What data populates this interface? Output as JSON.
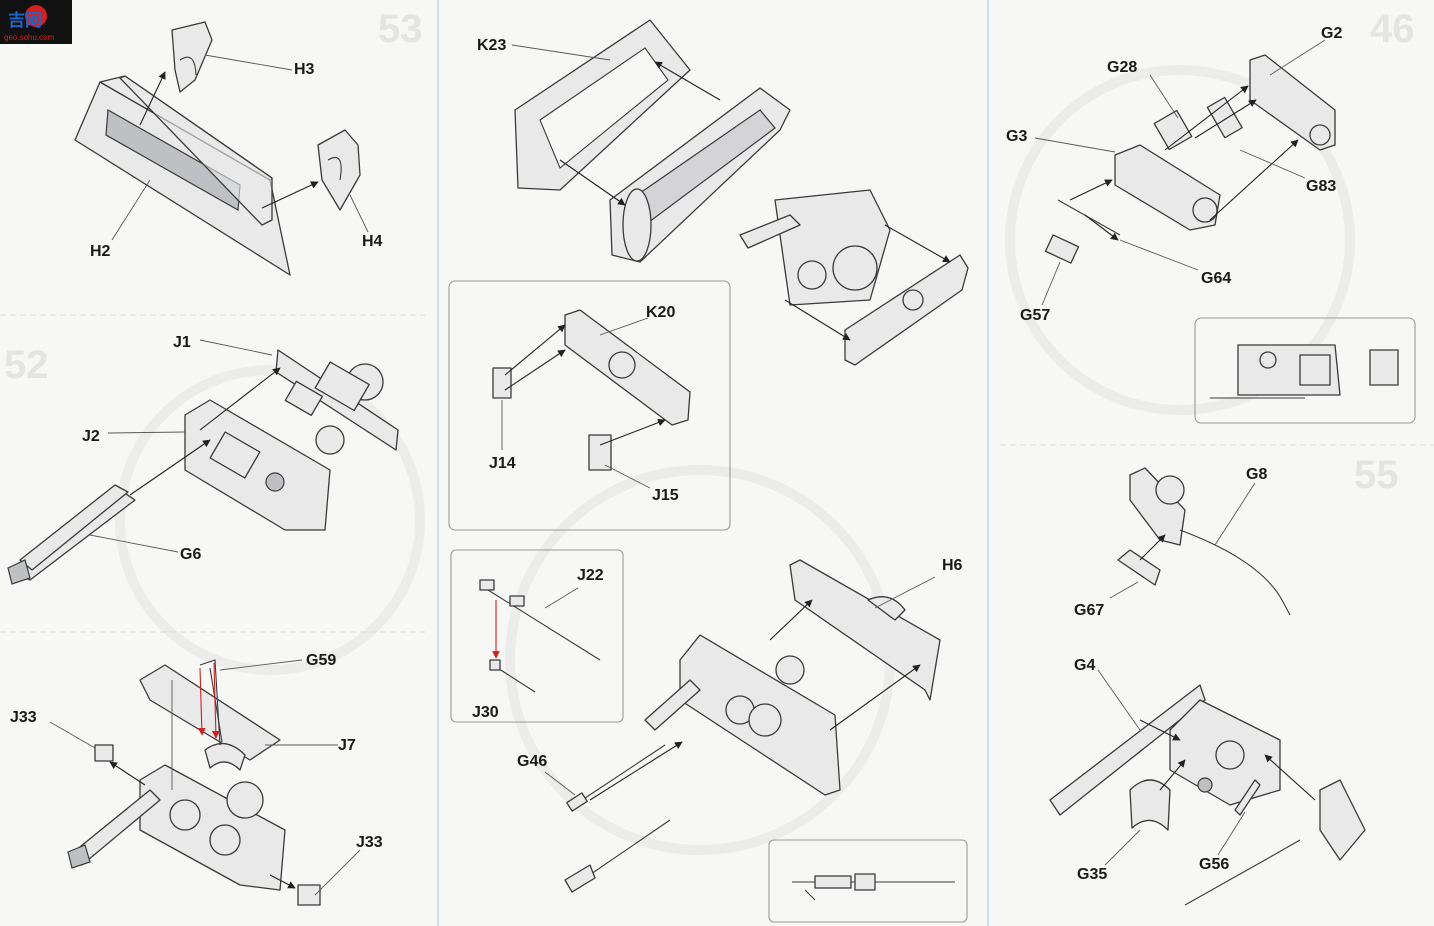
{
  "watermark": {
    "logo_text": "吉网",
    "url_text": "geo.sohu.com",
    "colors": {
      "red": "#d32020",
      "blue": "#1e64c8"
    }
  },
  "step_numbers": [
    "53",
    "52",
    "46",
    "55"
  ],
  "labels": {
    "h3": "H3",
    "h4": "H4",
    "h2": "H2",
    "j1": "J1",
    "j2": "J2",
    "g6": "G6",
    "g59": "G59",
    "j33a": "J33",
    "j7": "J7",
    "j33b": "J33",
    "k23": "K23",
    "k20": "K20",
    "j14": "J14",
    "j15": "J15",
    "j22": "J22",
    "j30": "J30",
    "g46": "G46",
    "h6": "H6",
    "g2": "G2",
    "g28": "G28",
    "g3": "G3",
    "g83": "G83",
    "g64": "G64",
    "g57": "G57",
    "g8": "G8",
    "g67": "G67",
    "g4": "G4",
    "g35": "G35",
    "g56": "G56"
  },
  "colors": {
    "background": "#f7f7f6",
    "separator": "#b9d7ea",
    "arrow_red": "#c22222"
  }
}
